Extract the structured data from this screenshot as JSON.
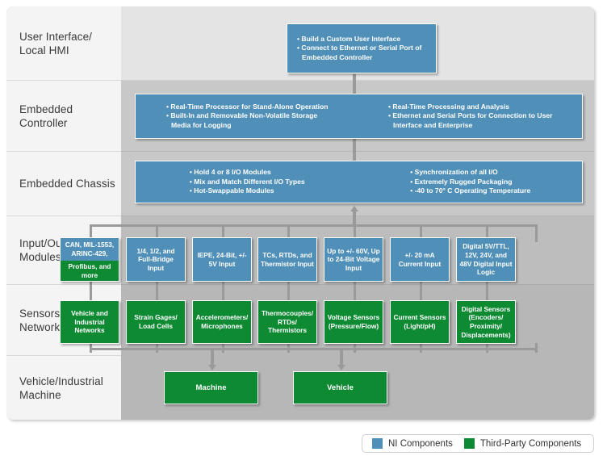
{
  "rows": [
    {
      "label": "User Interface/\nLocal HMI"
    },
    {
      "label": "Embedded\nController"
    },
    {
      "label": "Embedded\nChassis"
    },
    {
      "label": "Input/Output\nModules"
    },
    {
      "label": "Sensors/Vehicle\nNetworks"
    },
    {
      "label": "Vehicle/Industrial\nMachine"
    }
  ],
  "user_interface_box": {
    "bullets": [
      "Build a Custom User Interface",
      "Connect to Ethernet or Serial Port of",
      "Embedded Controller"
    ]
  },
  "embedded_controller_box": {
    "left_bullets": [
      "Real-Time Processor for Stand-Alone Operation",
      "Built-In and Removable Non-Volatile Storage",
      "Media for Logging"
    ],
    "right_bullets": [
      "Real-Time Processing and Analysis",
      "Ethernet and Serial Ports for Connection to User",
      "Interface and Enterprise"
    ]
  },
  "embedded_chassis_box": {
    "left_bullets": [
      "Hold 4 or 8 I/O Modules",
      "Mix and Match Different I/O Types",
      "Hot-Swappable Modules"
    ],
    "right_bullets": [
      "Synchronization of all I/O",
      "Extremely Rugged Packaging",
      "-40 to 70° C Operating Temperature"
    ]
  },
  "io_modules": [
    {
      "top_label": "CAN, MIL-1553,\nARINC-429,",
      "bottom_label": "Profibus,\nand more",
      "split": true
    },
    {
      "label": "1/4, 1/2, and\nFull-Bridge Input"
    },
    {
      "label": "IEPE, 24-Bit,\n+/- 5V Input"
    },
    {
      "label": "TCs, RTDs, and\nThermistor Input"
    },
    {
      "label": "Up to +/- 60V,\nUp to 24-Bit\nVoltage Input"
    },
    {
      "label": "+/- 20 mA\nCurrent Input"
    },
    {
      "label": "Digital 5V/TTL,\n12V, 24V, and 48V\nDigital Input\nLogic"
    }
  ],
  "sensors": [
    {
      "label": "Vehicle and\nIndustrial\nNetworks"
    },
    {
      "label": "Strain Gages/\nLoad Cells"
    },
    {
      "label": "Accelerometers/\nMicrophones"
    },
    {
      "label": "Thermocouples/\nRTDs/\nThermistors"
    },
    {
      "label": "Voltage Sensors\n(Pressure/Flow)"
    },
    {
      "label": "Current Sensors\n(Light/pH)"
    },
    {
      "label": "Digital Sensors\n(Encoders/\nProximity/\nDisplacements)"
    }
  ],
  "machines": [
    {
      "label": "Machine"
    },
    {
      "label": "Vehicle"
    }
  ],
  "legend": {
    "items": [
      {
        "label": "NI Components",
        "color": "#4f8fb8"
      },
      {
        "label": "Third-Party Components",
        "color": "#0e8a33"
      }
    ]
  },
  "colors": {
    "ni_blue": "#4f8fb8",
    "third_party_green": "#0e8a33",
    "band_light": "#e4e4e4",
    "band_dark": "#c8c8c8",
    "label_cell": "#f4f4f4",
    "connector": "#9a9a9a"
  }
}
